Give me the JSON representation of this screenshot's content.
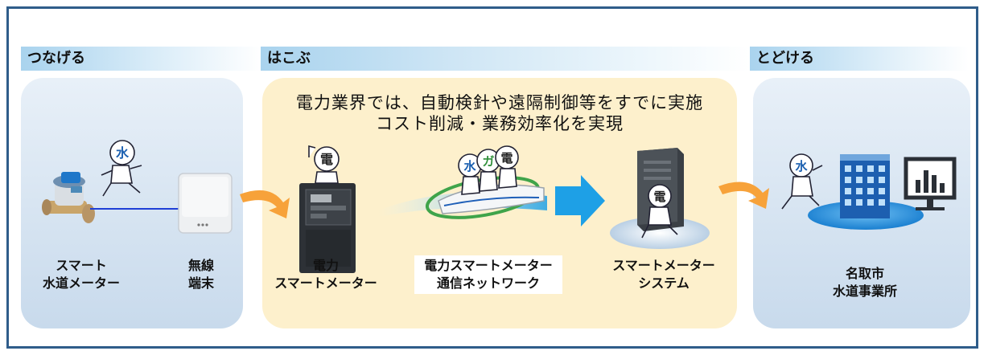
{
  "sections": {
    "connect": "つなげる",
    "carry": "はこぶ",
    "deliver": "とどける"
  },
  "headline": {
    "line1": "電力業界では、自動検針や遠隔制御等をすでに実施",
    "line2": "コスト削減・業務効率化を実現"
  },
  "labels": {
    "water_meter": [
      "スマート",
      "水道メーター"
    ],
    "wireless": [
      "無線",
      "端末"
    ],
    "power_meter": [
      "電力",
      "スマートメーター"
    ],
    "network": [
      "電力スマートメーター",
      "通信ネットワーク"
    ],
    "system": [
      "スマートメーター",
      "システム"
    ],
    "bureau": [
      "名取市",
      "水道事業所"
    ]
  },
  "mascots": {
    "water": "水",
    "electric": "電",
    "gas": "ガ"
  },
  "colors": {
    "frame": "#2f5d8a",
    "section_header": "#a9d3ee",
    "side_panel": "#d6e4f2",
    "center_panel": "#fdf0cc",
    "arrow_orange": "#f7a23a",
    "arrow_blue": "#1ea0e6",
    "link_line": "#1f3fd6"
  }
}
